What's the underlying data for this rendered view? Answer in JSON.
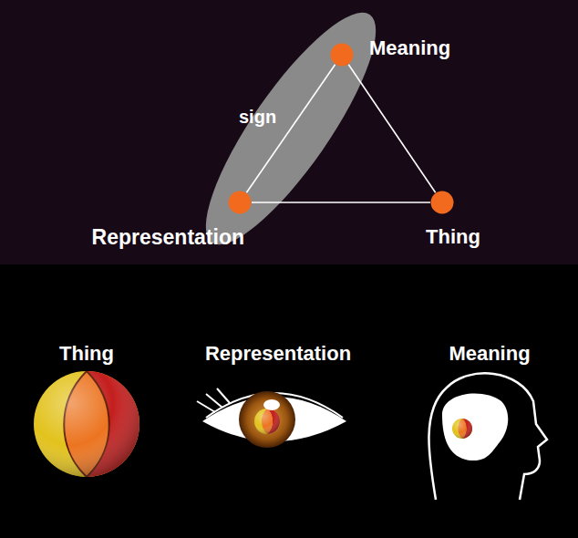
{
  "diagram": {
    "nodes": [
      {
        "text": [
          "Meaning"
        ]
      },
      {
        "text": [
          "Representation"
        ]
      },
      {
        "text": [
          "Thing"
        ]
      }
    ],
    "edges": [
      {
        "from": 0,
        "to": 1,
        "arrow": "none",
        "label": "sign"
      },
      {
        "from": 1,
        "to": 2,
        "arrow": "none"
      },
      {
        "from": 2,
        "to": 0,
        "arrow": "none"
      }
    ],
    "labels": [
      "Thing",
      "Representation",
      "Meaning"
    ]
  }
}
